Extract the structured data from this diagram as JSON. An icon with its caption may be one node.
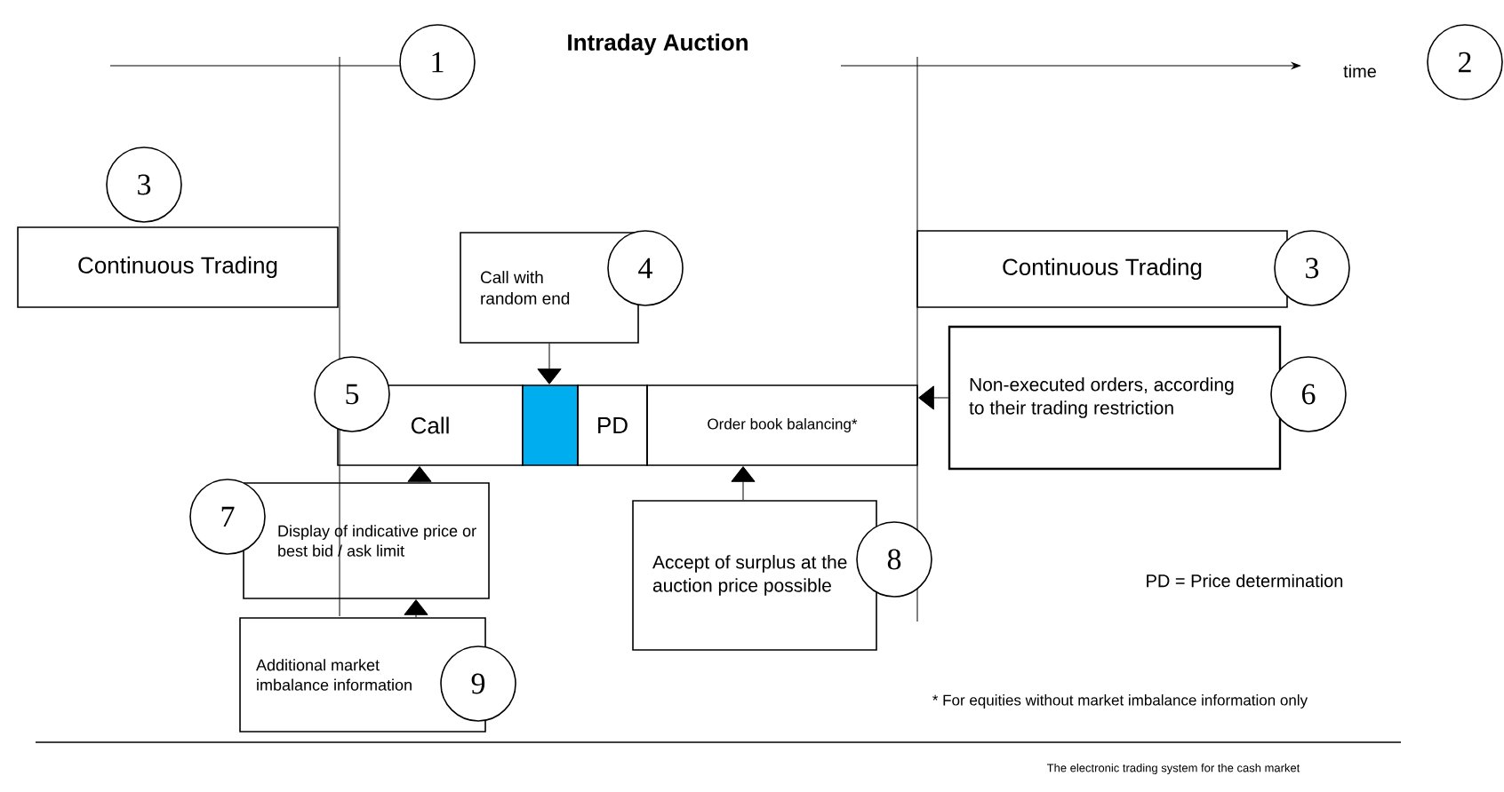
{
  "diagram": {
    "title": "Intraday Auction",
    "nodes": [
      {
        "text": [
          "Continuous Trading"
        ]
      },
      {
        "text": [
          "Continuous Trading"
        ]
      },
      {
        "text": [
          "Call with random end"
        ]
      },
      {
        "text": [
          "Call"
        ]
      },
      {
        "text": [],
        "shape": "box"
      },
      {
        "text": [
          "PD"
        ]
      },
      {
        "text": [
          "Order book balancing*"
        ]
      },
      {
        "text": [
          "Non-executed orders, according to their trading restriction"
        ]
      },
      {
        "text": [
          "Display of indicative price or best bid / ask limit"
        ]
      },
      {
        "text": [
          "Accept of surplus at the auction price possible"
        ]
      },
      {
        "text": [
          "Additional market imbalance information"
        ]
      }
    ],
    "edges": [
      {
        "from": 2,
        "to": 4,
        "arrow": "to"
      },
      {
        "from": 8,
        "to": 3,
        "arrow": "to"
      },
      {
        "from": 10,
        "to": 8,
        "arrow": "to"
      },
      {
        "from": 9,
        "to": 6,
        "arrow": "to"
      },
      {
        "from": 7,
        "to": 6,
        "arrow": "to"
      }
    ],
    "labels": [
      "1",
      "time",
      "2",
      "3",
      "3",
      "4",
      "5",
      "6",
      "7",
      "8",
      "PD = Price determination",
      "9",
      "* For equities without market imbalance information only",
      "The electronic trading system for the cash market"
    ]
  }
}
